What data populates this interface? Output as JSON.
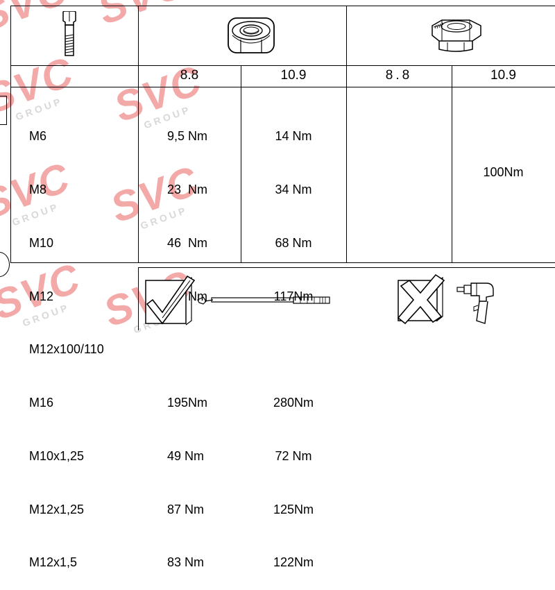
{
  "headers": {
    "plain_nut": {
      "grade_a": "8.8",
      "grade_b": "10.9"
    },
    "flange_nut": {
      "grade_a": "8.8",
      "grade_b": "10.9"
    }
  },
  "rows": [
    {
      "size": "M6",
      "plain_88": "9,5 Nm",
      "plain_109": "14 Nm"
    },
    {
      "size": "M8",
      "plain_88": "23  Nm",
      "plain_109": "34 Nm"
    },
    {
      "size": "M10",
      "plain_88": "46  Nm",
      "plain_109": "68 Nm"
    },
    {
      "size": "M12",
      "plain_88": "79  Nm",
      "plain_109": "117Nm"
    },
    {
      "size": "M12x100/110",
      "plain_88": "",
      "plain_109": ""
    },
    {
      "size": "M16",
      "plain_88": "195Nm",
      "plain_109": "280Nm"
    },
    {
      "size": "M10x1,25",
      "plain_88": "49 Nm",
      "plain_109": "72 Nm"
    },
    {
      "size": "M12x1,25",
      "plain_88": "87 Nm",
      "plain_109": "125Nm"
    },
    {
      "size": "M12x1,5",
      "plain_88": "83 Nm",
      "plain_109": "122Nm"
    }
  ],
  "flange_109_value": "100Nm",
  "watermark": {
    "brand": "SVC",
    "sub": "GROUP"
  },
  "colors": {
    "watermark_red": "#f4a9a9",
    "watermark_grey": "#d8d8d8",
    "lines": "#000000"
  }
}
